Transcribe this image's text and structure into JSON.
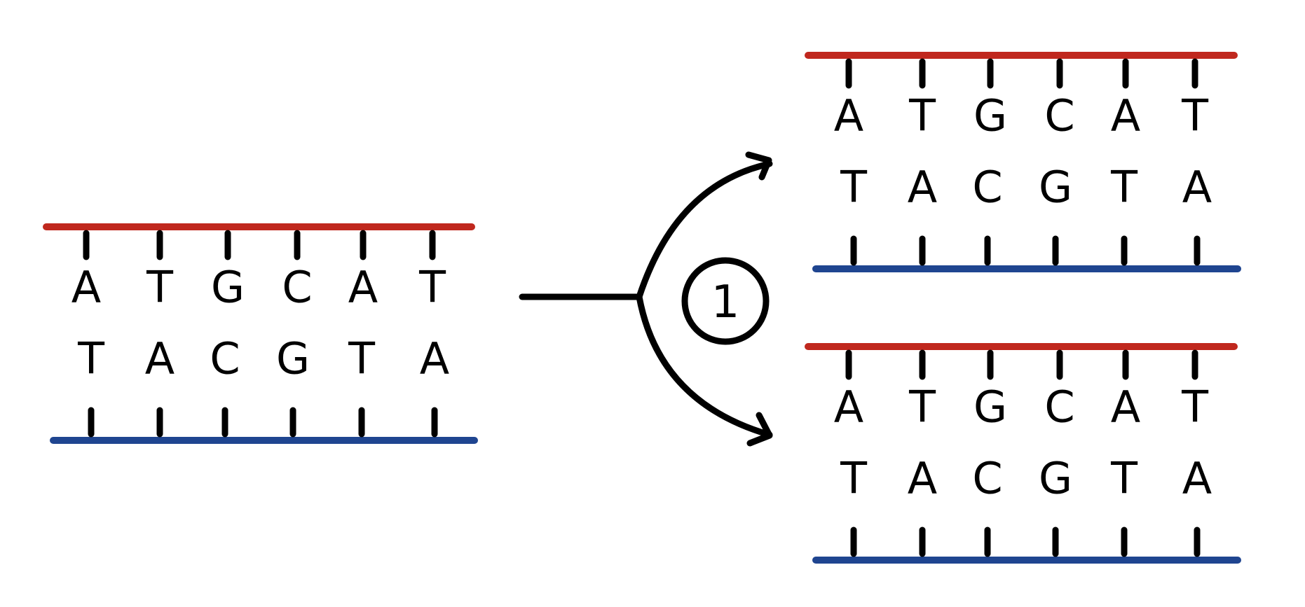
{
  "colors": {
    "strand_top": "#c0281e",
    "strand_bottom": "#1f4590",
    "ink": "#000000",
    "background": "#ffffff"
  },
  "original": {
    "top_strand": [
      "A",
      "T",
      "G",
      "C",
      "A",
      "T"
    ],
    "bottom_strand": [
      "T",
      "A",
      "C",
      "G",
      "T",
      "A"
    ]
  },
  "copies": [
    {
      "top_strand": [
        "A",
        "T",
        "G",
        "C",
        "A",
        "T"
      ],
      "bottom_strand": [
        "T",
        "A",
        "C",
        "G",
        "T",
        "A"
      ]
    },
    {
      "top_strand": [
        "A",
        "T",
        "G",
        "C",
        "A",
        "T"
      ],
      "bottom_strand": [
        "T",
        "A",
        "C",
        "G",
        "T",
        "A"
      ]
    }
  ],
  "step_label": "1"
}
